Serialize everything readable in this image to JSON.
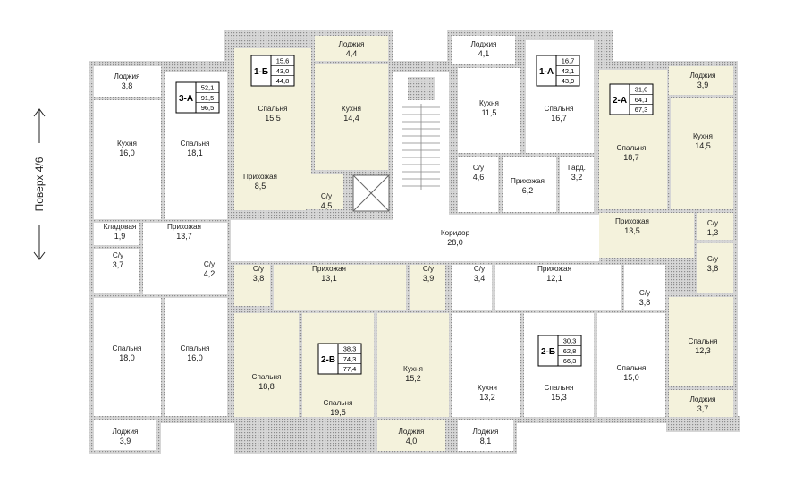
{
  "floor_label": "Поверх 4/6",
  "colors": {
    "wall": "#c7c7c7",
    "hatch": "#9a9a9a",
    "room": "#ffffff",
    "highlight": "#f4f2dc",
    "text": "#1a1a1a"
  },
  "apartments": [
    {
      "code": "3-А",
      "v": [
        "52,1",
        "91,5",
        "96,5"
      ]
    },
    {
      "code": "1-Б",
      "v": [
        "15,6",
        "43,0",
        "44,8"
      ]
    },
    {
      "code": "1-А",
      "v": [
        "16,7",
        "42,1",
        "43,9"
      ]
    },
    {
      "code": "2-А",
      "v": [
        "31,0",
        "64,1",
        "67,3"
      ]
    },
    {
      "code": "2-В",
      "v": [
        "38,3",
        "74,3",
        "77,4"
      ]
    },
    {
      "code": "2-Б",
      "v": [
        "30,3",
        "62,8",
        "66,3"
      ]
    }
  ],
  "rooms": [
    {
      "name": "Лоджия",
      "area": "3,8"
    },
    {
      "name": "Кухня",
      "area": "16,0"
    },
    {
      "name": "Спальня",
      "area": "18,1"
    },
    {
      "name": "Кладовая",
      "area": "1,9"
    },
    {
      "name": "Прихожая",
      "area": "13,7"
    },
    {
      "name": "С/у",
      "area": "3,7"
    },
    {
      "name": "С/у",
      "area": "4,2"
    },
    {
      "name": "Спальня",
      "area": "18,0"
    },
    {
      "name": "Спальня",
      "area": "16,0"
    },
    {
      "name": "Лоджия",
      "area": "3,9"
    },
    {
      "name": "Спальня",
      "area": "15,5"
    },
    {
      "name": "Лоджия",
      "area": "4,4"
    },
    {
      "name": "Кухня",
      "area": "14,4"
    },
    {
      "name": "Прихожая",
      "area": "8,5"
    },
    {
      "name": "С/у",
      "area": "4,5"
    },
    {
      "name": "Лоджия",
      "area": "4,1"
    },
    {
      "name": "Кухня",
      "area": "11,5"
    },
    {
      "name": "Спальня",
      "area": "16,7"
    },
    {
      "name": "С/у",
      "area": "4,6"
    },
    {
      "name": "Прихожая",
      "area": "6,2"
    },
    {
      "name": "Гард.",
      "area": "3,2"
    },
    {
      "name": "Лоджия",
      "area": "3,9"
    },
    {
      "name": "Спальня",
      "area": "18,7"
    },
    {
      "name": "Кухня",
      "area": "14,5"
    },
    {
      "name": "Прихожая",
      "area": "13,5"
    },
    {
      "name": "С/у",
      "area": "1,3"
    },
    {
      "name": "С/у",
      "area": "3,8"
    },
    {
      "name": "Спальня",
      "area": "12,3"
    },
    {
      "name": "Лоджия",
      "area": "3,7"
    },
    {
      "name": "Коридор",
      "area": "28,0"
    },
    {
      "name": "С/у",
      "area": "3,8"
    },
    {
      "name": "Прихожая",
      "area": "13,1"
    },
    {
      "name": "С/у",
      "area": "3,9"
    },
    {
      "name": "Спальня",
      "area": "18,8"
    },
    {
      "name": "Спальня",
      "area": "19,5"
    },
    {
      "name": "Кухня",
      "area": "15,2"
    },
    {
      "name": "Лоджия",
      "area": "4,0"
    },
    {
      "name": "С/у",
      "area": "3,4"
    },
    {
      "name": "Прихожая",
      "area": "12,1"
    },
    {
      "name": "С/у",
      "area": "3,8"
    },
    {
      "name": "Кухня",
      "area": "13,2"
    },
    {
      "name": "Спальня",
      "area": "15,3"
    },
    {
      "name": "Спальня",
      "area": "15,0"
    },
    {
      "name": "Лоджия",
      "area": "8,1"
    }
  ]
}
